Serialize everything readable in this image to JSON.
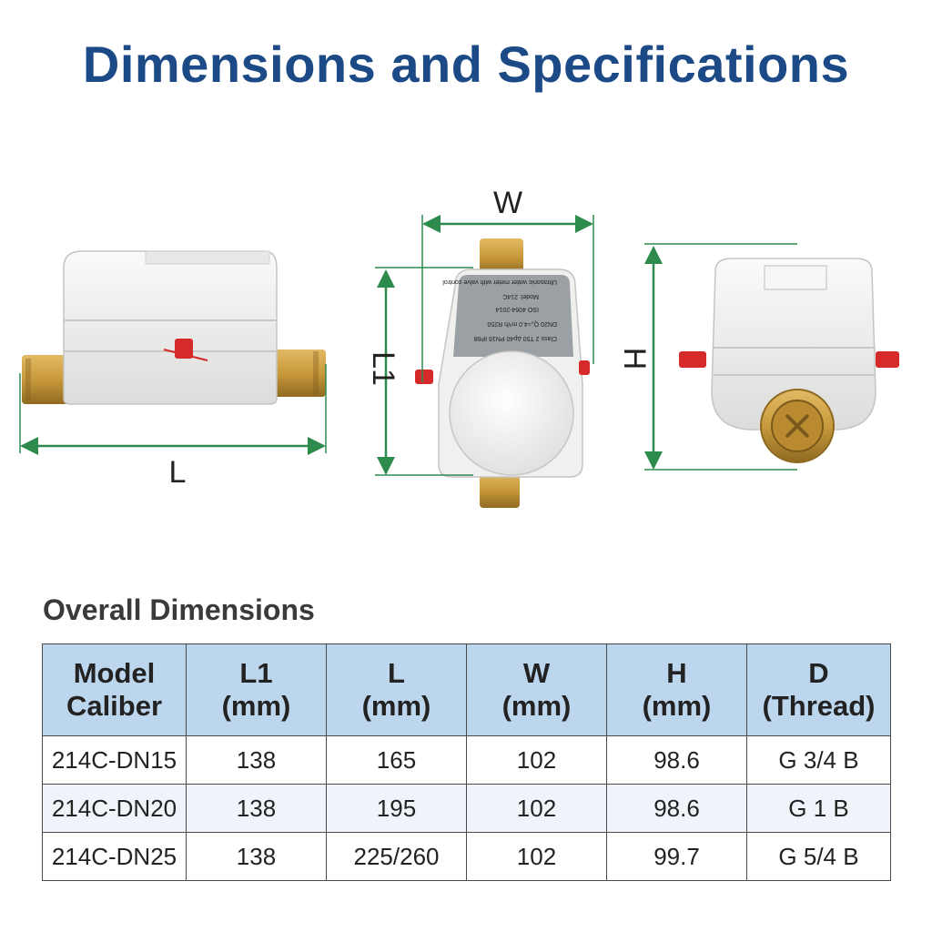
{
  "title": "Dimensions and Specifications",
  "dimension_labels": {
    "L": "L",
    "L1": "L1",
    "W": "W",
    "H": "H"
  },
  "meter_label": {
    "line1": "Ultrasonic water meter with valve control",
    "line2": "Model: 214C",
    "line3": "ISO 4064-2014",
    "line4": "DN20  Q₃=4.0 m³/h  R250",
    "line5": "Class 2  T50  Δp40  PN16  IP68"
  },
  "section_title": "Overall Dimensions",
  "table": {
    "headers": [
      {
        "line1": "Model",
        "line2": "Caliber"
      },
      {
        "line1": "L1",
        "line2": "(mm)"
      },
      {
        "line1": "L",
        "line2": "(mm)"
      },
      {
        "line1": "W",
        "line2": "(mm)"
      },
      {
        "line1": "H",
        "line2": "(mm)"
      },
      {
        "line1": "D",
        "line2": "(Thread)"
      }
    ],
    "rows": [
      [
        "214C-DN15",
        "138",
        "165",
        "102",
        "98.6",
        "G 3/4 B"
      ],
      [
        "214C-DN20",
        "138",
        "195",
        "102",
        "98.6",
        "G 1 B"
      ],
      [
        "214C-DN25",
        "138",
        "225/260",
        "102",
        "99.7",
        "G 5/4 B"
      ]
    ]
  },
  "colors": {
    "title": "#1b4a86",
    "dimension_arrow": "#2e8b4e",
    "header_bg": "#bcd6ee",
    "brass": "#c99a3c",
    "meter_body": "#f1f1ef",
    "seal": "#d62a2a"
  }
}
